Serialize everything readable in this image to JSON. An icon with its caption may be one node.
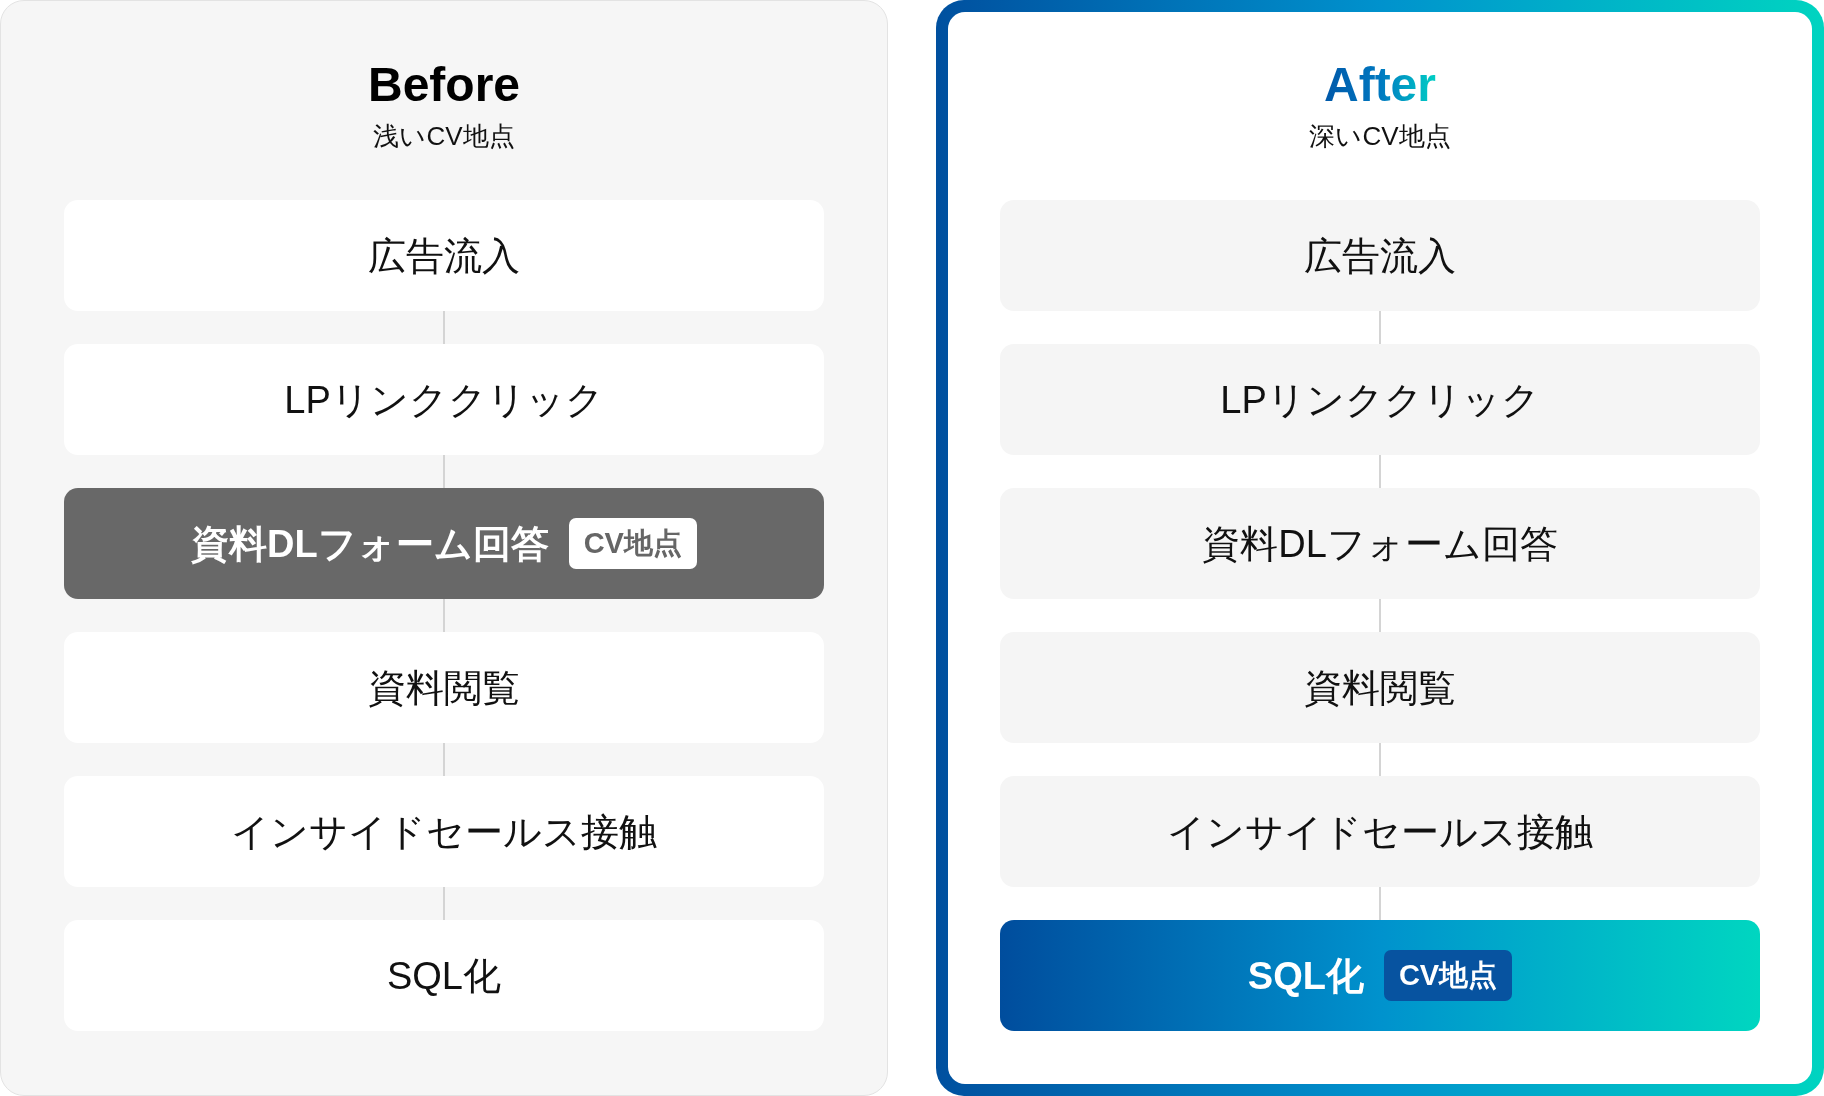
{
  "diagram": {
    "nodes": [
      {
        "text": [
          "Before",
          "浅いCV地点"
        ]
      },
      {
        "text": [
          "広告流入"
        ],
        "in": 0
      },
      {
        "text": [
          "LPリンククリック"
        ],
        "in": 0
      },
      {
        "text": [
          "資料DLフォーム回答"
        ],
        "in": 0
      },
      {
        "text": [
          "CV地点"
        ],
        "in": 3
      },
      {
        "text": [
          "資料閲覧"
        ],
        "in": 0
      },
      {
        "text": [
          "インサイドセールス接触"
        ],
        "in": 0
      },
      {
        "text": [
          "SQL化"
        ],
        "in": 0
      },
      {
        "text": [
          "After",
          "深いCV地点"
        ]
      },
      {
        "text": [
          "広告流入"
        ],
        "in": 8
      },
      {
        "text": [
          "LPリンククリック"
        ],
        "in": 8
      },
      {
        "text": [
          "資料DLフォーム回答"
        ],
        "in": 8
      },
      {
        "text": [
          "資料閲覧"
        ],
        "in": 8
      },
      {
        "text": [
          "インサイドセールス接触"
        ],
        "in": 8
      },
      {
        "text": [
          "SQL化"
        ],
        "in": 8
      },
      {
        "text": [
          "CV地点"
        ],
        "in": 14
      }
    ],
    "edges": [
      {
        "from": 1,
        "to": 2,
        "arrow": "none"
      },
      {
        "from": 2,
        "to": 3,
        "arrow": "none"
      },
      {
        "from": 3,
        "to": 5,
        "arrow": "none"
      },
      {
        "from": 5,
        "to": 6,
        "arrow": "none"
      },
      {
        "from": 6,
        "to": 7,
        "arrow": "none"
      },
      {
        "from": 9,
        "to": 10,
        "arrow": "none"
      },
      {
        "from": 10,
        "to": 11,
        "arrow": "none"
      },
      {
        "from": 11,
        "to": 12,
        "arrow": "none"
      },
      {
        "from": 12,
        "to": 13,
        "arrow": "none"
      },
      {
        "from": 13,
        "to": 14,
        "arrow": "none"
      }
    ]
  }
}
